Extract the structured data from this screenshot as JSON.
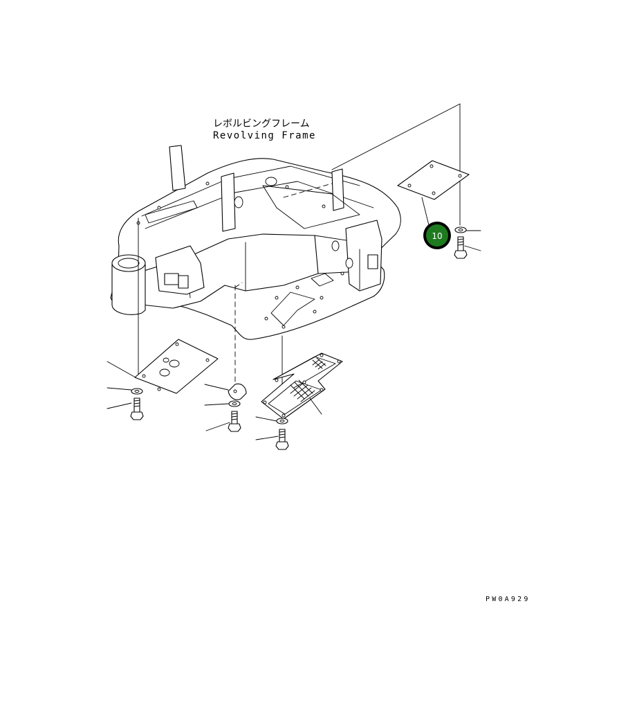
{
  "title_jp": "レボルビングフレーム",
  "title_en": "Revolving Frame",
  "callout": {
    "number": "10",
    "color": "#1e7a1e",
    "ring_color": "#000000"
  },
  "drawing_code": "PW0A929",
  "parts": {
    "frame": "revolving-frame",
    "cover_right": "cover-plate",
    "cover_left": "undercover-left",
    "cover_center": "undercover-center",
    "cover_bottom": "undercover-mesh",
    "bolts": [
      "bolt-right",
      "bolt-left",
      "bolt-center",
      "bolt-bottom"
    ],
    "washers": [
      "washer-right",
      "washer-left",
      "washer-center",
      "washer-bottom"
    ]
  }
}
